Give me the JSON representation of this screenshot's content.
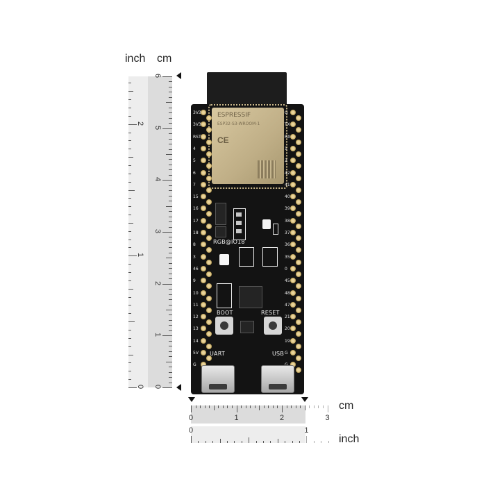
{
  "vertical_ruler": {
    "unit_inch": "inch",
    "unit_cm": "cm",
    "inch_ticks": [
      "0",
      "1",
      "2"
    ],
    "cm_ticks": [
      "0",
      "1",
      "2",
      "3",
      "4",
      "5",
      "6"
    ]
  },
  "horizontal_ruler": {
    "unit_cm": "cm",
    "unit_inch": "inch",
    "cm_ticks": [
      "0",
      "1",
      "2",
      "3"
    ],
    "inch_ticks": [
      "0",
      "1"
    ]
  },
  "board": {
    "module_brand": "ESPRESSIF",
    "module_model": "ESP32-S3-WROOM-1",
    "ce_mark": "CE",
    "rgb_label": "RGB@IO18",
    "boot_label": "BOOT",
    "reset_label": "RESET",
    "uart_label": "UART",
    "usb_label": "USB",
    "left_pins": [
      "3V3",
      "3V3",
      "RST",
      "4",
      "5",
      "6",
      "7",
      "15",
      "16",
      "17",
      "18",
      "8",
      "3",
      "46",
      "9",
      "10",
      "11",
      "12",
      "13",
      "14",
      "5V",
      "G"
    ],
    "right_pins": [
      "G",
      "TX",
      "RX",
      "1",
      "2",
      "42",
      "41",
      "40",
      "39",
      "38",
      "37",
      "36",
      "35",
      "0",
      "45",
      "48",
      "47",
      "21",
      "20",
      "19",
      "G",
      "G"
    ]
  }
}
